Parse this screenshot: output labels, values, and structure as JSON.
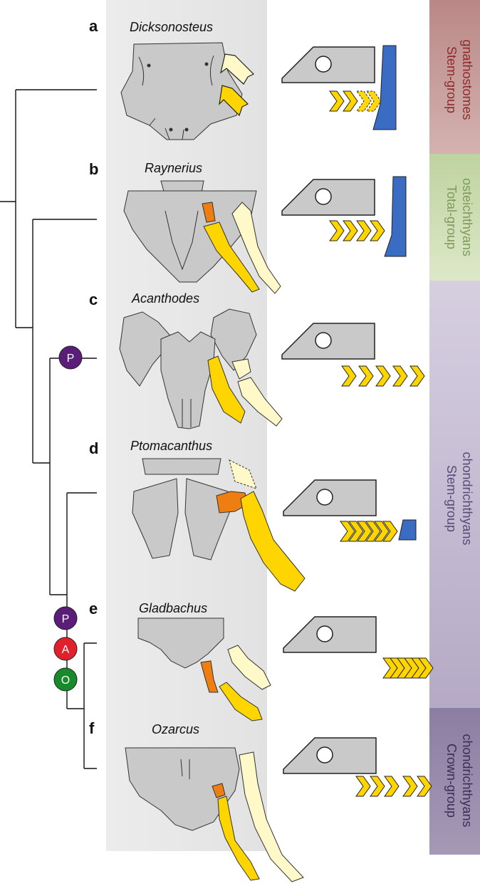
{
  "panels": [
    {
      "letter": "a",
      "taxon": "Dicksonosteus"
    },
    {
      "letter": "b",
      "taxon": "Raynerius"
    },
    {
      "letter": "c",
      "taxon": "Acanthodes"
    },
    {
      "letter": "d",
      "taxon": "Ptomacanthus"
    },
    {
      "letter": "e",
      "taxon": "Gladbachus"
    },
    {
      "letter": "f",
      "taxon": "Ozarcus"
    }
  ],
  "nodes": {
    "p_upper": "P",
    "p_lower": "P",
    "a": "A",
    "o": "O"
  },
  "groups": [
    {
      "line1": "Stem-group",
      "line2": "gnathostomes",
      "color": "#8b2b2b",
      "bg": "#c49a98"
    },
    {
      "line1": "Total-group",
      "line2": "osteichthyans",
      "color": "#7f9a5a",
      "bg": "#cfdcb5"
    },
    {
      "line1": "Stem-group",
      "line2": "chondrichthyans",
      "color": "#5a4a78",
      "bg": "#c7bfd2"
    },
    {
      "line1": "Crown-group",
      "line2": "chondrichthyans",
      "color": "#3c2c56",
      "bg": "#9a8cac"
    }
  ],
  "colors": {
    "skull": "#c9c9c9",
    "yellow": "#ffd500",
    "pale_yellow": "#fff8c8",
    "orange": "#ee7e12",
    "blue": "#3b6cc4",
    "node_purple": "#5a1d78",
    "node_red": "#e0212d",
    "node_green": "#178a2c"
  }
}
